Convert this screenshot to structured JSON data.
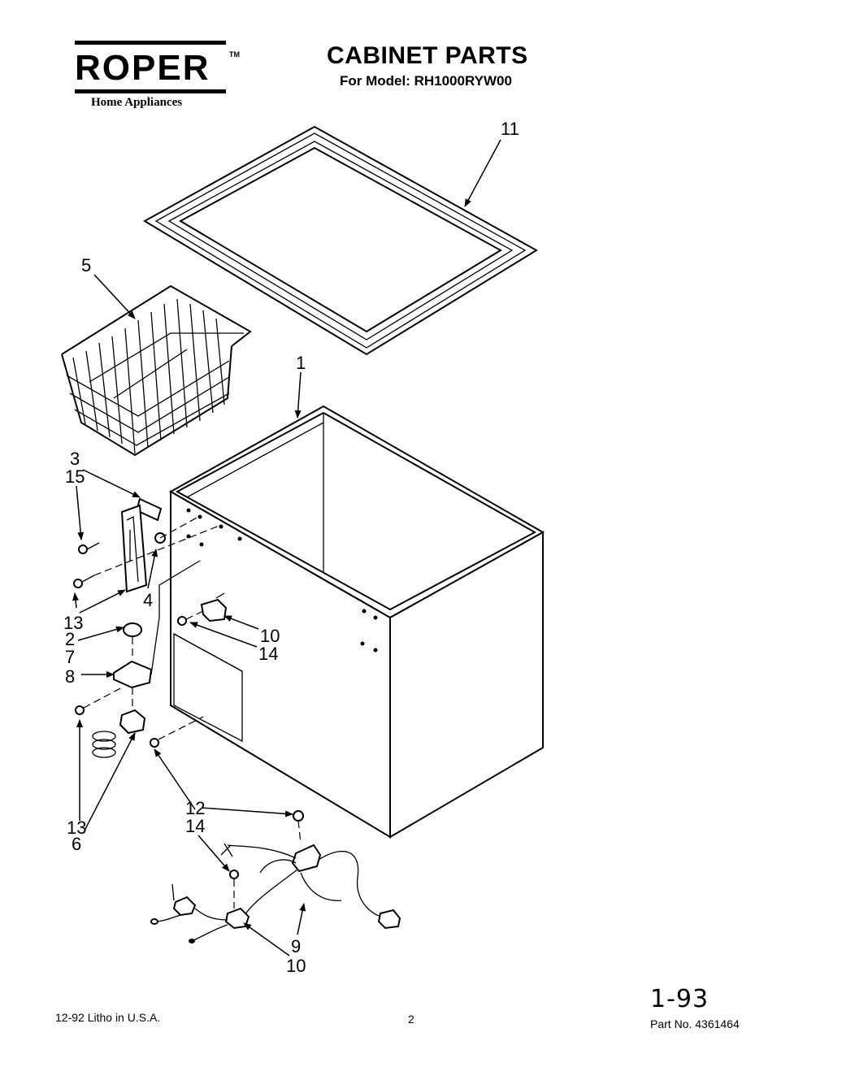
{
  "header": {
    "brand": "ROPER",
    "trademark": "TM",
    "brand_sub": "Home Appliances",
    "title": "CABINET PARTS",
    "model_line": "For Model: RH1000RYW00"
  },
  "callouts": {
    "c11": "11",
    "c5": "5",
    "c1": "1",
    "c3": "3",
    "c15": "15",
    "c13a": "13",
    "c4": "4",
    "c2": "2",
    "c7": "7",
    "c8": "8",
    "c10a": "10",
    "c14a": "14",
    "c13b": "13",
    "c6": "6",
    "c12": "12",
    "c14b": "14",
    "c9": "9",
    "c10b": "10"
  },
  "footer": {
    "litho": "12-92 Litho in U.S.A.",
    "page_number": "2",
    "handwritten_note": "1-93",
    "part_number": "Part No. 4361464"
  }
}
